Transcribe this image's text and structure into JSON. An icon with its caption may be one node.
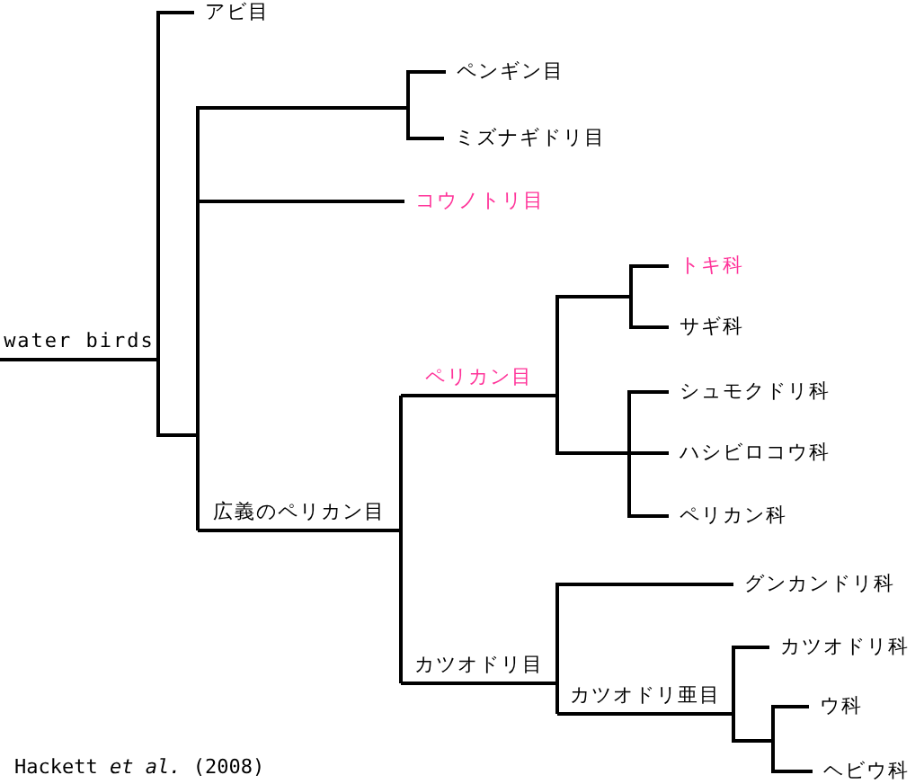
{
  "diagram": {
    "nodes": [
      {
        "text": [
          "water birds"
        ]
      },
      {
        "text": [
          "アビ目"
        ]
      },
      {
        "text": [
          "ペンギン目"
        ]
      },
      {
        "text": [
          "ミズナギドリ目"
        ]
      },
      {
        "text": [
          "コウノトリ目"
        ]
      },
      {
        "text": [
          "ペリカン目"
        ]
      },
      {
        "text": [
          "トキ科"
        ]
      },
      {
        "text": [
          "サギ科"
        ]
      },
      {
        "text": [
          "シュモクドリ科"
        ]
      },
      {
        "text": [
          "ハシビロコウ科"
        ]
      },
      {
        "text": [
          "ペリカン科"
        ]
      },
      {
        "text": [
          "広義のペリカン目"
        ]
      },
      {
        "text": [
          "カツオドリ目"
        ]
      },
      {
        "text": [
          "グンカンドリ科"
        ]
      },
      {
        "text": [
          "カツオドリ亜目"
        ]
      },
      {
        "text": [
          "カツオドリ科"
        ]
      },
      {
        "text": [
          "ウ科"
        ]
      },
      {
        "text": [
          "ヘビウ科"
        ]
      }
    ],
    "edges": [
      {
        "from": 0,
        "to": 1,
        "arrow": "none"
      },
      {
        "from": 0,
        "to": 2,
        "arrow": "none"
      },
      {
        "from": 0,
        "to": 3,
        "arrow": "none"
      },
      {
        "from": 0,
        "to": 4,
        "arrow": "none"
      },
      {
        "from": 0,
        "to": 11,
        "arrow": "none"
      },
      {
        "from": 11,
        "to": 5,
        "arrow": "none"
      },
      {
        "from": 11,
        "to": 12,
        "arrow": "none"
      },
      {
        "from": 5,
        "to": 6,
        "arrow": "none"
      },
      {
        "from": 5,
        "to": 7,
        "arrow": "none"
      },
      {
        "from": 5,
        "to": 8,
        "arrow": "none"
      },
      {
        "from": 5,
        "to": 9,
        "arrow": "none"
      },
      {
        "from": 5,
        "to": 10,
        "arrow": "none"
      },
      {
        "from": 12,
        "to": 13,
        "arrow": "none"
      },
      {
        "from": 12,
        "to": 14,
        "arrow": "none"
      },
      {
        "from": 14,
        "to": 15,
        "arrow": "none"
      },
      {
        "from": 14,
        "to": 16,
        "arrow": "none"
      },
      {
        "from": 14,
        "to": 17,
        "arrow": "none"
      }
    ],
    "labels": [
      "Hackett *et al.* (2008)"
    ]
  }
}
